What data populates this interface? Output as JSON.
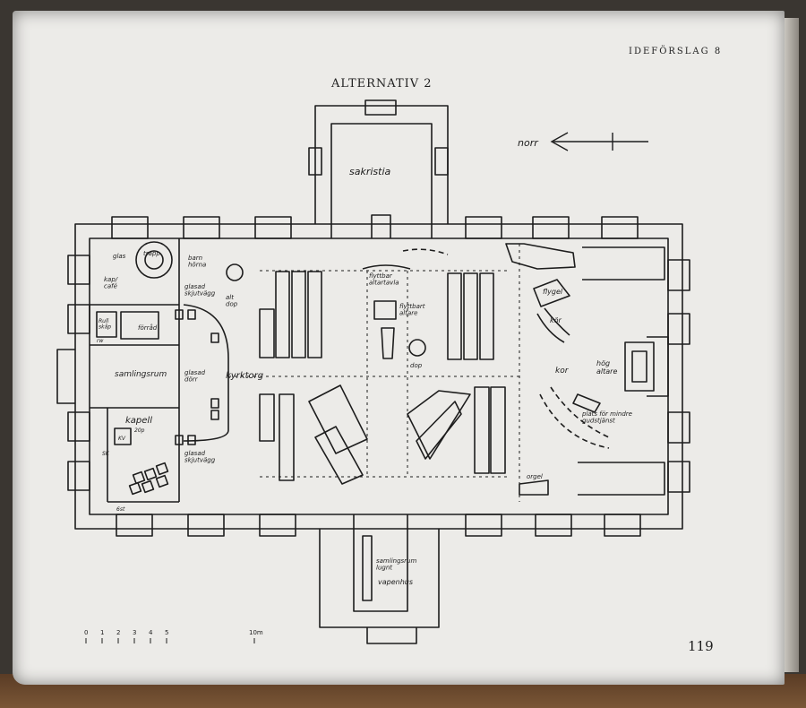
{
  "header": {
    "section": "IDEFÖRSLAG 8"
  },
  "title": "ALTERNATIV 2",
  "page_number": "119",
  "north_label": "norr",
  "scale": {
    "ticks": [
      "0",
      "1",
      "2",
      "3",
      "4",
      "5"
    ],
    "end": "10m"
  },
  "labels": {
    "sakristia": "sakristia",
    "glas": "glas",
    "trapp": "trapp",
    "barnhorna": "barn\nhörna",
    "kapp_cafe": "kap/\ncafé",
    "glasad_skjutvagg_1": "glasad\nskjutvägg",
    "alt_dop": "alt\ndop",
    "flyttbar_altartavla": "flyttbar\naltartavla",
    "flyttbart_altare": "flyttbart\naltare",
    "rullskap": "Rull\nskåp",
    "forrad": "förråd",
    "rw": "rw",
    "samlingsrum": "samlingsrum",
    "glasad_dorr": "glasad\ndörr",
    "kyrktorg": "kyrktorg",
    "dop": "dop",
    "kapell": "kapell",
    "kapell_pl": "20p",
    "kapell_box": "KV",
    "kapell_sk": "SK",
    "kapell_6st": "6st",
    "glasad_skjutvagg_2": "glasad\nskjutvägg",
    "flygel": "flygel",
    "kor_upper": "kör",
    "kor": "kor",
    "hog_altare": "hög\naltare",
    "plats_gudstjanst": "plats för mindre\ngudstjänst",
    "orgel": "orgel",
    "samlingsrum_lugnt": "samlingsrum\nlugnt",
    "vapenhus": "vapenhus"
  }
}
